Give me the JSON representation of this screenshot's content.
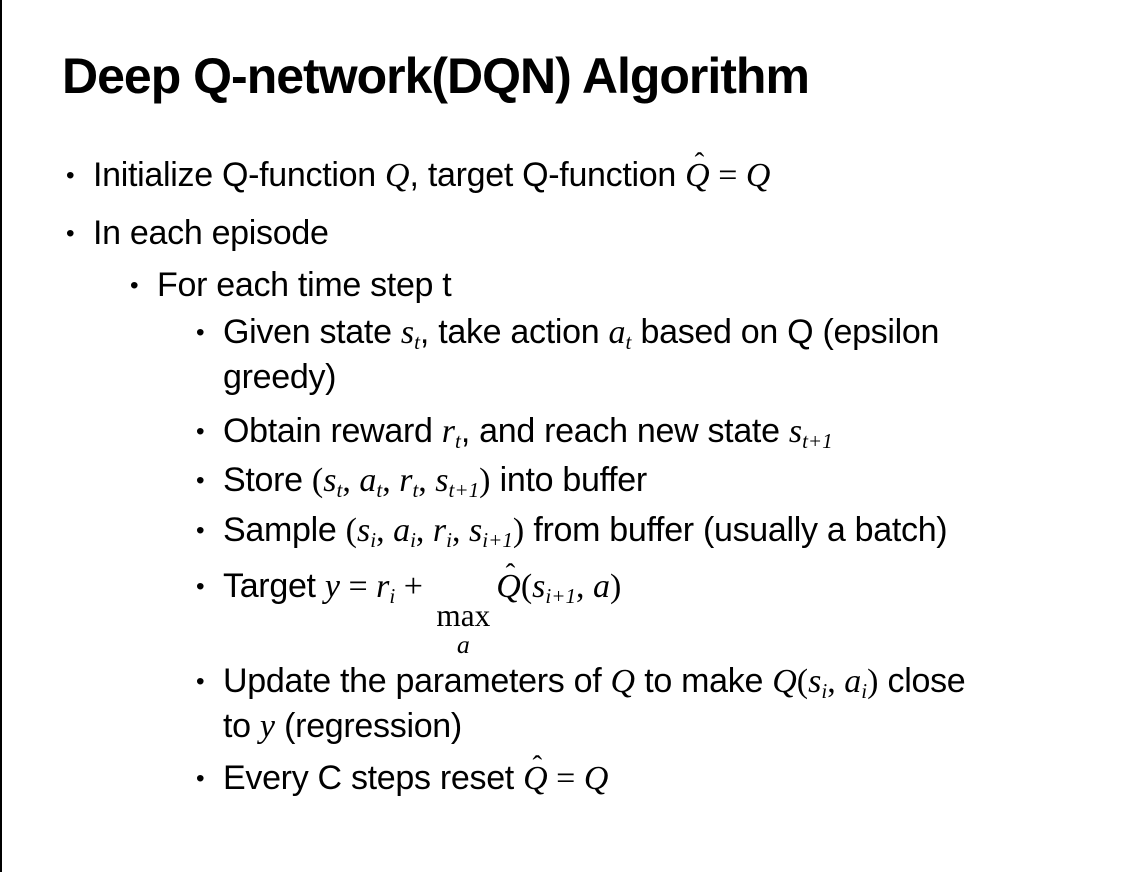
{
  "glyphs": {
    "bullet": "•",
    "hat": "ˆ"
  },
  "colors": {
    "background": "#ffffff",
    "text": "#000000",
    "border": "#000000"
  },
  "slide": {
    "title": "Deep Q-network(DQN) Algorithm",
    "bullets": [
      {
        "level": 1,
        "runs": [
          {
            "t": "Initialize Q-function "
          },
          {
            "t": "Q",
            "style": "m"
          },
          {
            "t": ", target Q-function "
          },
          {
            "t": "Q",
            "style": "m",
            "hat": true
          },
          {
            "t": " = ",
            "style": "mp"
          },
          {
            "t": "Q",
            "style": "m"
          }
        ]
      },
      {
        "level": 1,
        "runs": [
          {
            "t": "In each episode"
          }
        ]
      },
      {
        "level": 2,
        "runs": [
          {
            "t": "For each time step t"
          }
        ]
      },
      {
        "level": 3,
        "runs": [
          {
            "t": "Given state "
          },
          {
            "t": "s",
            "style": "m",
            "sub": "t"
          },
          {
            "t": ", take action "
          },
          {
            "t": "a",
            "style": "m",
            "sub": "t"
          },
          {
            "t": " based on Q (epsilon"
          },
          {
            "br": true
          },
          {
            "t": "greedy)"
          }
        ]
      },
      {
        "level": 3,
        "runs": [
          {
            "t": "Obtain reward "
          },
          {
            "t": "r",
            "style": "m",
            "sub": "t"
          },
          {
            "t": ", and reach new state "
          },
          {
            "t": "s",
            "style": "m",
            "sub": "t+1"
          }
        ]
      },
      {
        "level": 3,
        "runs": [
          {
            "t": "Store "
          },
          {
            "t": "(",
            "style": "mp"
          },
          {
            "t": "s",
            "style": "m",
            "sub": "t"
          },
          {
            "t": ", ",
            "style": "mp"
          },
          {
            "t": "a",
            "style": "m",
            "sub": "t"
          },
          {
            "t": ", ",
            "style": "mp"
          },
          {
            "t": "r",
            "style": "m",
            "sub": "t"
          },
          {
            "t": ", ",
            "style": "mp"
          },
          {
            "t": "s",
            "style": "m",
            "sub": "t+1"
          },
          {
            "t": ")",
            "style": "mp"
          },
          {
            "t": " into buffer"
          }
        ]
      },
      {
        "level": 3,
        "runs": [
          {
            "t": "Sample "
          },
          {
            "t": "(",
            "style": "mp"
          },
          {
            "t": "s",
            "style": "m",
            "sub": "i"
          },
          {
            "t": ", ",
            "style": "mp"
          },
          {
            "t": "a",
            "style": "m",
            "sub": "i"
          },
          {
            "t": ", ",
            "style": "mp"
          },
          {
            "t": "r",
            "style": "m",
            "sub": "i"
          },
          {
            "t": ", ",
            "style": "mp"
          },
          {
            "t": "s",
            "style": "m",
            "sub": "i+1"
          },
          {
            "t": ")",
            "style": "mp"
          },
          {
            "t": " from buffer (usually a batch)"
          }
        ]
      },
      {
        "level": 3,
        "runs": [
          {
            "t": "Target "
          },
          {
            "t": "y",
            "style": "m"
          },
          {
            "t": " = ",
            "style": "mp"
          },
          {
            "t": "r",
            "style": "m",
            "sub": "i"
          },
          {
            "t": " + ",
            "style": "mp"
          },
          {
            "stack": {
              "top": "max",
              "bottom": "a"
            }
          },
          {
            "t": "Q",
            "style": "m",
            "hat": true
          },
          {
            "t": "(",
            "style": "mp"
          },
          {
            "t": "s",
            "style": "m",
            "sub": "i+1"
          },
          {
            "t": ", ",
            "style": "mp"
          },
          {
            "t": "a",
            "style": "m"
          },
          {
            "t": ")",
            "style": "mp"
          }
        ]
      },
      {
        "level": 3,
        "runs": [
          {
            "t": "Update the parameters of "
          },
          {
            "t": "Q",
            "style": "m"
          },
          {
            "t": " to make "
          },
          {
            "t": "Q",
            "style": "m"
          },
          {
            "t": "(",
            "style": "mp"
          },
          {
            "t": "s",
            "style": "m",
            "sub": "i"
          },
          {
            "t": ", ",
            "style": "mp"
          },
          {
            "t": "a",
            "style": "m",
            "sub": "i"
          },
          {
            "t": ")",
            "style": "mp"
          },
          {
            "t": " close"
          },
          {
            "br": true
          },
          {
            "t": "to "
          },
          {
            "t": "y",
            "style": "m"
          },
          {
            "t": " (regression)"
          }
        ]
      },
      {
        "level": 3,
        "runs": [
          {
            "t": "Every C steps reset "
          },
          {
            "t": "Q",
            "style": "m",
            "hat": true
          },
          {
            "t": " = ",
            "style": "mp"
          },
          {
            "t": "Q",
            "style": "m"
          }
        ]
      }
    ]
  }
}
